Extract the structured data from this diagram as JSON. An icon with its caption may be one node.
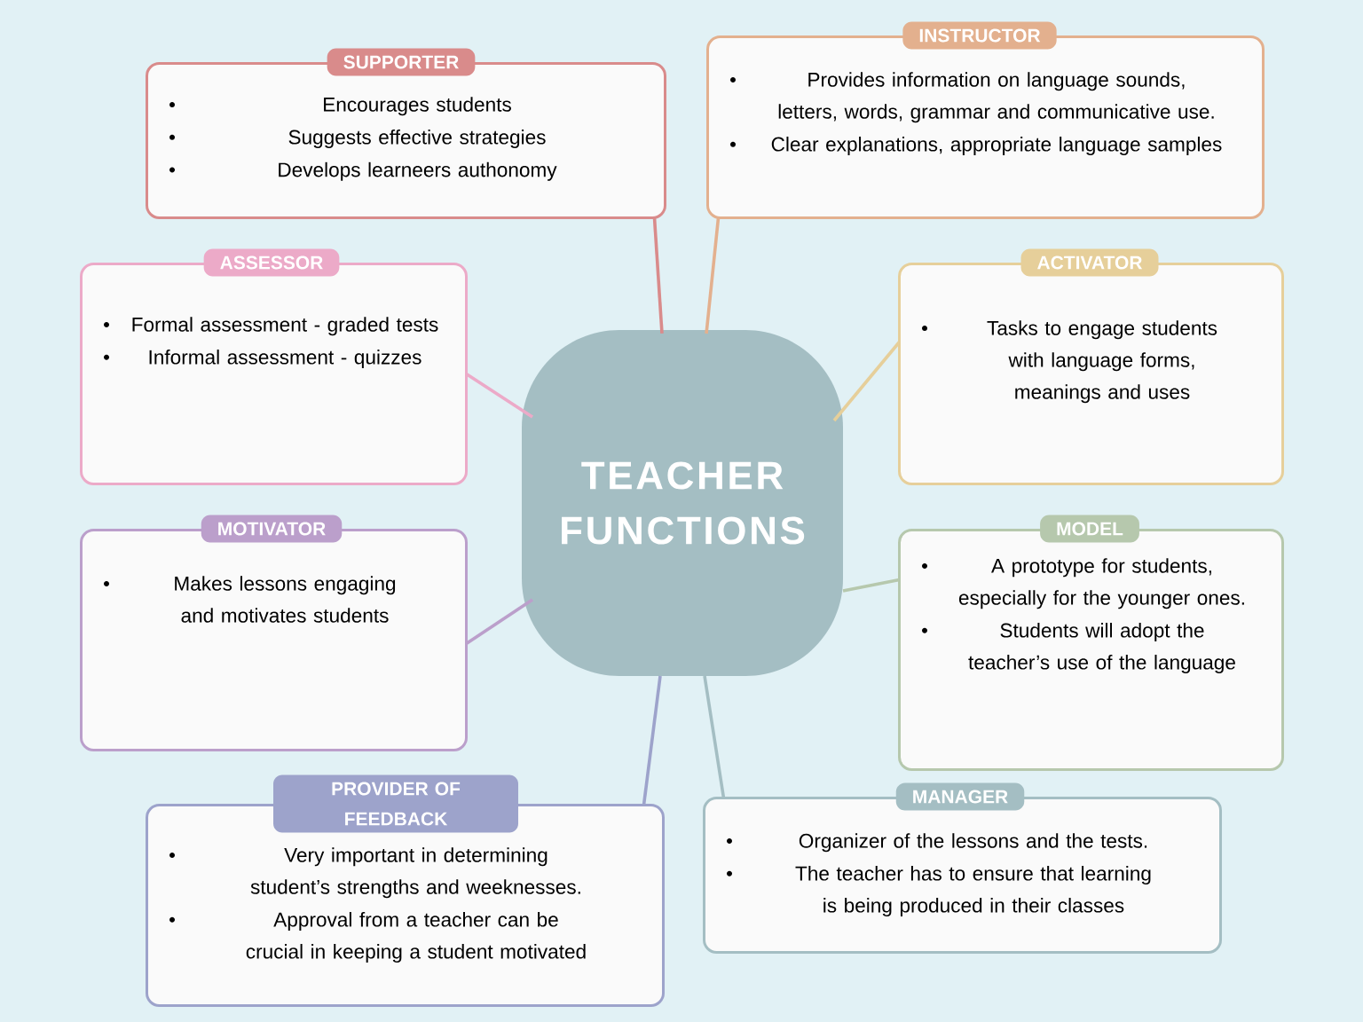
{
  "diagram": {
    "nodes": [
      {
        "text": [
          "TEACHER FUNCTIONS"
        ]
      },
      {
        "text": [
          "SUPPORTER",
          "Encourages students",
          "Suggests effective strategies",
          "Develops learneers authonomy"
        ]
      },
      {
        "text": [
          "INSTRUCTOR",
          "Provides information on language sounds, letters, words, grammar and communicative use.",
          "Clear explanations, appropriate language samples"
        ]
      },
      {
        "text": [
          "ASSESSOR",
          "Formal assessment - graded tests",
          "Informal assessment - quizzes"
        ]
      },
      {
        "text": [
          "ACTIVATOR",
          "Tasks to engage students with language forms, meanings and uses"
        ]
      },
      {
        "text": [
          "MOTIVATOR",
          "Makes lessons engaging and motivates students"
        ]
      },
      {
        "text": [
          "MODEL",
          "A prototype for students, especially for the younger ones.",
          "Students will adopt the teacher’s use of the language"
        ]
      },
      {
        "text": [
          "PROVIDER OF FEEDBACK",
          "Very important in determining student’s strengths and weeknesses.",
          "Approval from a teacher can be crucial in keeping a student motivated"
        ]
      },
      {
        "text": [
          "MANAGER",
          "Organizer of the lessons and the tests.",
          "The teacher has to ensure that learning is being produced in their classes"
        ]
      }
    ],
    "edges": [
      {
        "from": 0,
        "to": 1,
        "arrow": "none",
        "color": "#d98b8b"
      },
      {
        "from": 0,
        "to": 2,
        "arrow": "none",
        "color": "#e3b08e"
      },
      {
        "from": 0,
        "to": 3,
        "arrow": "none",
        "color": "#ecaac8"
      },
      {
        "from": 0,
        "to": 4,
        "arrow": "none",
        "color": "#e6cf9a"
      },
      {
        "from": 0,
        "to": 5,
        "arrow": "none",
        "color": "#bb9fcb"
      },
      {
        "from": 0,
        "to": 6,
        "arrow": "none",
        "color": "#b6c8ad"
      },
      {
        "from": 0,
        "to": 7,
        "arrow": "none",
        "color": "#9da3cb"
      },
      {
        "from": 0,
        "to": 8,
        "arrow": "none",
        "color": "#a4bec3"
      }
    ]
  }
}
